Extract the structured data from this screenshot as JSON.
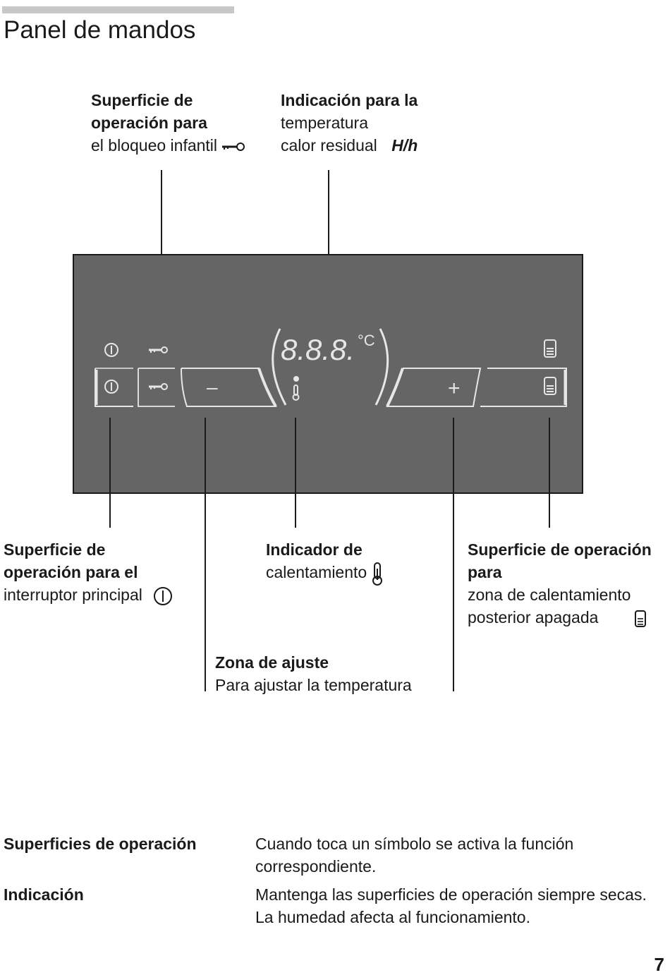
{
  "page": {
    "title": "Panel de mandos",
    "page_number": "7"
  },
  "callouts": {
    "child_lock": {
      "line1": "Superficie de",
      "line2": "operación para",
      "line3": "el bloqueo infantil",
      "icon": "key-icon"
    },
    "temp_display": {
      "line1": "Indicación para la",
      "line2": "temperatura",
      "line3": "calor residual",
      "icon_text": "H/h"
    },
    "main_switch": {
      "line1": "Superficie de",
      "line2": "operación para el",
      "line3": "interruptor principal",
      "icon": "power-icon"
    },
    "heat_indicator": {
      "line1": "Indicador de",
      "line2": "calentamiento",
      "icon": "thermometer-icon"
    },
    "rear_zone": {
      "line1": "Superficie de operación",
      "line2": "para",
      "line3": "zona de calentamiento",
      "line4": "posterior apagada",
      "icon": "rear-zone-icon"
    },
    "adjust_zone": {
      "line1": "Zona de ajuste",
      "line2": "Para ajustar la temperatura"
    }
  },
  "panel": {
    "display_digits": "8.8.8.",
    "unit": "°C",
    "minus": "–",
    "plus": "+",
    "background_color": "#666565",
    "foreground_color": "#e6e6e6"
  },
  "footer": [
    {
      "term": "Superficies de operación",
      "definition": "Cuando toca un símbolo se activa la función correspondiente."
    },
    {
      "term": "Indicación",
      "definition": "Mantenga las superficies de operación siempre secas. La humedad afecta al funcionamiento."
    }
  ]
}
